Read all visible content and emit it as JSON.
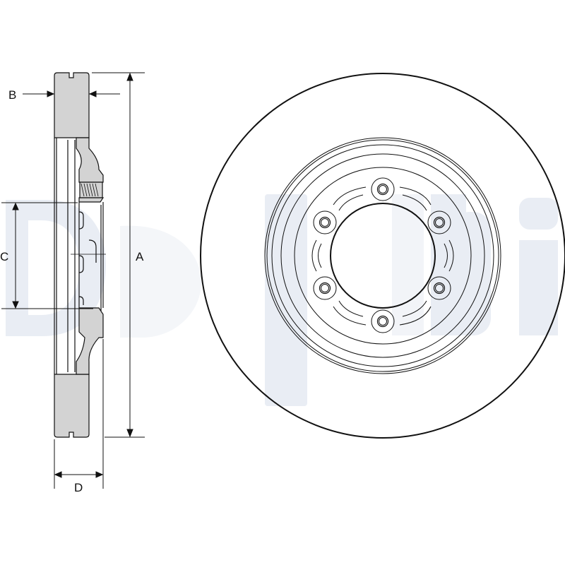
{
  "diagram": {
    "type": "technical-drawing",
    "subject": "ventilated brake disc",
    "watermark": {
      "text": "Delphi",
      "color": "#e9edf4"
    },
    "dimension_labels": {
      "A": "A",
      "B": "B",
      "C": "C",
      "D": "D"
    },
    "views": [
      {
        "name": "side-section-view",
        "description": "cross-section profile with dimensions A, B, C, D"
      },
      {
        "name": "front-view",
        "description": "disc face with 6 bolt holes and center bore"
      }
    ],
    "front_view": {
      "bolt_hole_count": 6,
      "stroke_color": "#111111"
    },
    "section_fill_color": "#d3d3d3"
  }
}
